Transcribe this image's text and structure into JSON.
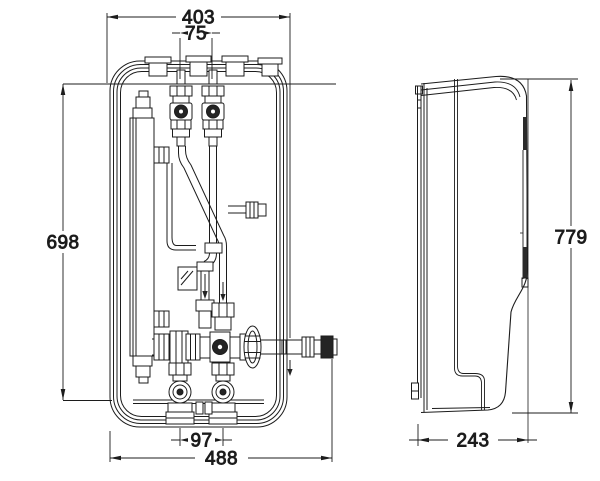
{
  "drawing": {
    "type": "orthographic-technical-dimension-drawing",
    "subject": "wall-mounted heat interface / water heater unit, front view with internal pipework and side profile view",
    "colors": {
      "line": "#1c1c1c",
      "background": "#ffffff",
      "dark_fill": "#242424"
    },
    "dimensions": {
      "front_overall_width_top": "403",
      "front_inlet_spacing": "75",
      "front_connection_height": "698",
      "front_bottom_valve_spacing": "97",
      "front_overall_width_bottom": "488",
      "side_overall_height": "779",
      "side_depth": "243"
    }
  }
}
